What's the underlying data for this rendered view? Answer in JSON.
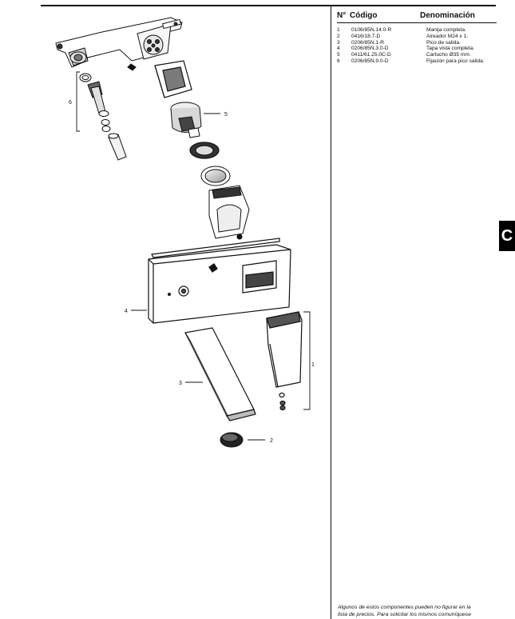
{
  "table": {
    "headers": {
      "number": "N°",
      "code": "Código",
      "name": "Denominación"
    },
    "rows": [
      {
        "n": "1",
        "code": "0106/85N.14.0-R",
        "name": "Manija completa."
      },
      {
        "n": "2",
        "code": "0416/18.7-D",
        "name": "Aireador M24 x 1."
      },
      {
        "n": "3",
        "code": "0206/85N.1-R",
        "name": "Pico de salida."
      },
      {
        "n": "4",
        "code": "0206/85N.3.0-D",
        "name": "Tapa vista completa."
      },
      {
        "n": "5",
        "code": "0411/61.25.0C-D",
        "name": "Cartucho Ø35 mm."
      },
      {
        "n": "6",
        "code": "0206/85N.9.0-D",
        "name": "Fijación para pico salida."
      }
    ]
  },
  "section_tab": "C",
  "footnote": {
    "line1": "Algunos de estos componentes pueden no figurar en la",
    "line2": "lista de precios. Para solicitar los mismos comuníquese"
  },
  "callouts": {
    "c1": "1",
    "c2": "2",
    "c3": "3",
    "c4": "4",
    "c5": "5",
    "c6": "6"
  }
}
